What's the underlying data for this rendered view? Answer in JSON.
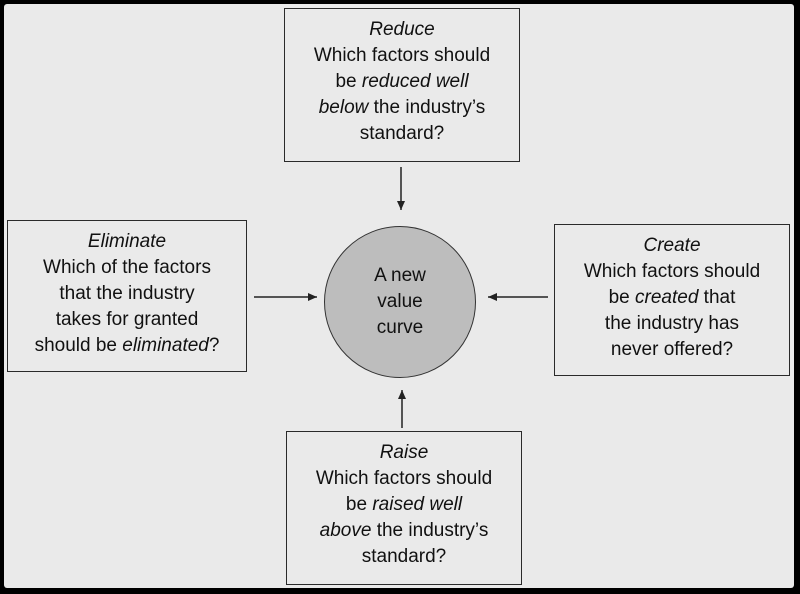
{
  "center": {
    "lines": [
      "A new",
      "value",
      "curve"
    ]
  },
  "reduce": {
    "title": "Reduce",
    "l1": "Which factors should",
    "l2_pre": "be ",
    "l2_em": "reduced well",
    "l3_em": "below",
    "l3_post": " the industry’s",
    "l4": "standard?"
  },
  "eliminate": {
    "title": "Eliminate",
    "l1": "Which of the factors",
    "l2": "that the industry",
    "l3": "takes for granted",
    "l4_pre": "should be ",
    "l4_em": "eliminated",
    "l4_post": "?"
  },
  "create": {
    "title": "Create",
    "l1": "Which factors should",
    "l2_pre": "be ",
    "l2_em": "created",
    "l2_post": " that",
    "l3": "the industry has",
    "l4": "never offered?"
  },
  "raise": {
    "title": "Raise",
    "l1": "Which factors should",
    "l2_pre": "be ",
    "l2_em": "raised well",
    "l3_em": "above",
    "l3_post": " the industry’s",
    "l4": "standard?"
  }
}
